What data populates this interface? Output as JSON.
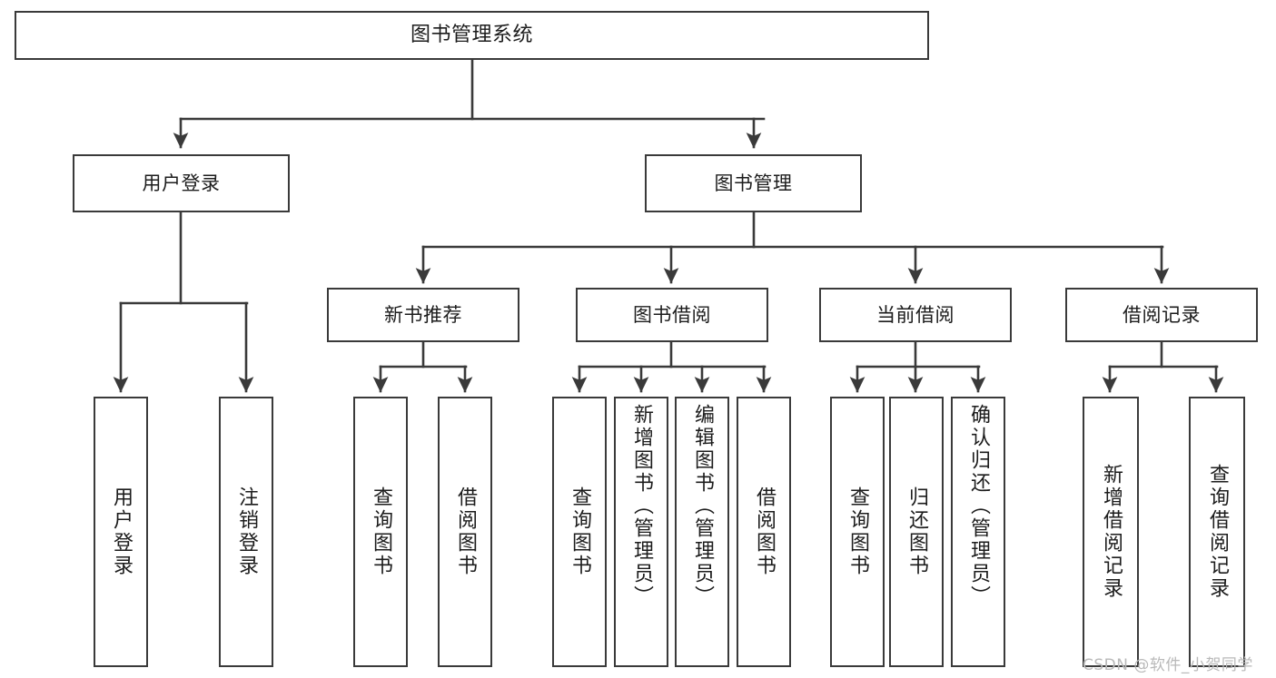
{
  "diagram": {
    "title": "图书管理系统",
    "type": "tree",
    "line_color": "#3a3a3a",
    "text_color": "#1c1c1c",
    "background": "#ffffff",
    "watermark": "CSDN @软件_小贺同学",
    "watermark_color": "#b9b9b9"
  },
  "nodes": {
    "root": {
      "label": "图书管理系统"
    },
    "level2": [
      {
        "id": "user-login",
        "label": "用户登录"
      },
      {
        "id": "book-manage",
        "label": "图书管理"
      }
    ],
    "level3": [
      {
        "id": "new-book-recommend",
        "label": "新书推荐"
      },
      {
        "id": "book-borrow",
        "label": "图书借阅"
      },
      {
        "id": "current-borrow",
        "label": "当前借阅"
      },
      {
        "id": "borrow-record",
        "label": "借阅记录"
      }
    ],
    "leaves": {
      "user_login": [
        {
          "id": "leaf-user-login",
          "label": "用户登录"
        },
        {
          "id": "leaf-logout-login",
          "label": "注销登录"
        }
      ],
      "new_book_recommend": [
        {
          "id": "leaf-query-book-1",
          "label": "查询图书"
        },
        {
          "id": "leaf-borrow-book-1",
          "label": "借阅图书"
        }
      ],
      "book_borrow": [
        {
          "id": "leaf-query-book-2",
          "label": "查询图书"
        },
        {
          "id": "leaf-add-book",
          "label": "新增图书（管理员）"
        },
        {
          "id": "leaf-edit-book",
          "label": "编辑图书（管理员）"
        },
        {
          "id": "leaf-borrow-book-2",
          "label": "借阅图书"
        }
      ],
      "current_borrow": [
        {
          "id": "leaf-query-book-3",
          "label": "查询图书"
        },
        {
          "id": "leaf-return-book",
          "label": "归还图书"
        },
        {
          "id": "leaf-confirm-return",
          "label": "确认归还（管理员）"
        }
      ],
      "borrow_record": [
        {
          "id": "leaf-add-record",
          "label": "新增借阅记录"
        },
        {
          "id": "leaf-query-record",
          "label": "查询借阅记录"
        }
      ]
    }
  }
}
